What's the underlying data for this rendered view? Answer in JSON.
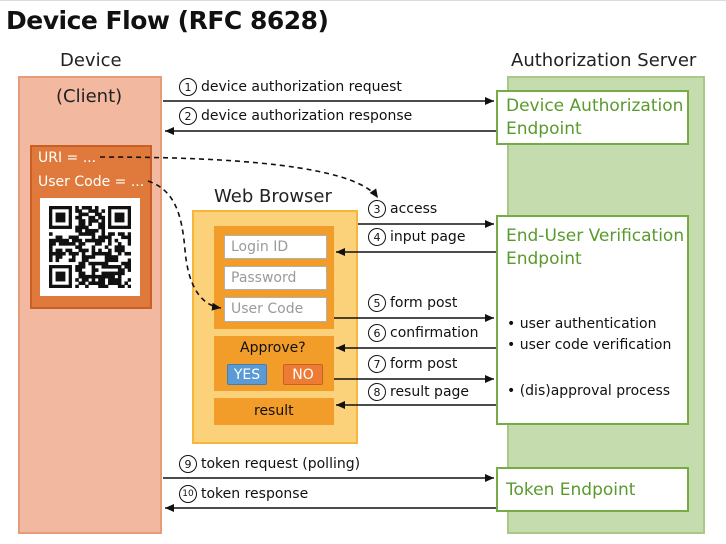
{
  "title": "Device Flow (RFC 8628)",
  "device": {
    "heading": "Device",
    "sub": "(Client)",
    "uri_label": "URI = ...",
    "user_code_label": "User Code = ..."
  },
  "server": {
    "heading": "Authorization Server",
    "device_auth_endpoint": [
      "Device Authorization",
      "Endpoint"
    ],
    "verification_endpoint": [
      "End-User Verification",
      "Endpoint"
    ],
    "token_endpoint": "Token Endpoint",
    "bullets": [
      "• user authentication",
      "• user code verification",
      "• (dis)approval process"
    ]
  },
  "browser": {
    "heading": "Web Browser",
    "fields": {
      "login": "Login ID",
      "password": "Password",
      "user_code": "User Code"
    },
    "approve_label": "Approve?",
    "yes": "YES",
    "no": "NO",
    "result": "result"
  },
  "steps": [
    {
      "num": "1",
      "label": "device authorization request"
    },
    {
      "num": "2",
      "label": "device authorization response"
    },
    {
      "num": "3",
      "label": "access"
    },
    {
      "num": "4",
      "label": "input page"
    },
    {
      "num": "5",
      "label": "form post"
    },
    {
      "num": "6",
      "label": "confirmation"
    },
    {
      "num": "7",
      "label": "form post"
    },
    {
      "num": "8",
      "label": "result page"
    },
    {
      "num": "9",
      "label": "token request (polling)"
    },
    {
      "num": "10",
      "label": "token response"
    }
  ]
}
